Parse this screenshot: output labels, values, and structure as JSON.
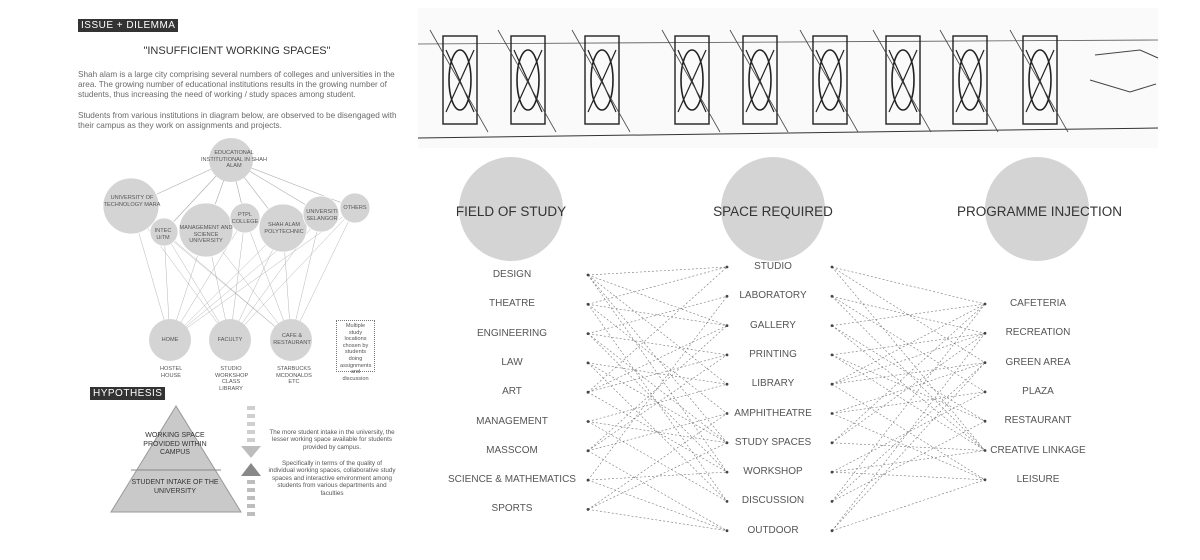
{
  "left": {
    "issue_tag": "ISSUE + DILEMMA",
    "quote": "\"INSUFFICIENT WORKING SPACES\"",
    "para1": "Shah alam is a large city comprising several numbers of colleges and universities in the area. The growing number of educational institutions results in the growing number of students, thus increasing the need of working / study spaces among student.",
    "para2": "Students from various institutions in diagram below, are observed to be disengaged with their campus as they work on assignments and projects.",
    "top_node": "EDUCATIONAL INSTITUTIONAL IN SHAH ALAM",
    "institutions": [
      "UNIVERSITY OF TECHNOLOGY MARA",
      "INTEC UiTM",
      "MANAGEMENT AND SCIENCE UNIVERSITY",
      "PTPL COLLEGE",
      "SHAH ALAM POLYTECHNIC",
      "UNIVERSITI SELANGOR",
      "OTHERS"
    ],
    "places": [
      "HOME",
      "FACULTY",
      "CAFE & RESTAURANT"
    ],
    "place_details": [
      "HOSTEL HOUSE",
      "STUDIO WORKSHOP CLASS LIBRARY",
      "STARBUCKS MCDONALDS ETC"
    ],
    "note": "Multiple study locations chosen by students doing assignments and discussion",
    "hypothesis_tag": "HYPOTHESIS",
    "pyramid_top": "WORKING SPACE PROVIDED WITHIN CAMPUS",
    "pyramid_bottom": "STUDENT INTAKE OF THE UNIVERSITY",
    "hyp_text1": "The more student intake in the university, the lesser working space available for students provided by campus.",
    "hyp_text2": "Specifically in terms of the quality of individual working spaces, collaborative study spaces and interactive environment among students from various departments and faculties"
  },
  "titles": [
    "FIELD OF STUDY",
    "SPACE REQUIRED",
    "PROGRAMME INJECTION"
  ],
  "fields": [
    "DESIGN",
    "THEATRE",
    "ENGINEERING",
    "LAW",
    "ART",
    "MANAGEMENT",
    "MASSCOM",
    "SCIENCE & MATHEMATICS",
    "SPORTS"
  ],
  "spaces": [
    "STUDIO",
    "LABORATORY",
    "GALLERY",
    "PRINTING",
    "LIBRARY",
    "AMPHITHEATRE",
    "STUDY SPACES",
    "WORKSHOP",
    "DISCUSSION",
    "OUTDOOR"
  ],
  "programmes": [
    "CAFETERIA",
    "RECREATION",
    "GREEN AREA",
    "PLAZA",
    "RESTAURANT",
    "CREATIVE LINKAGE",
    "LEISURE"
  ],
  "colors": {
    "circle": "#d4d4d4",
    "line": "#777777",
    "pyramid": "#c9c9c9",
    "tag_bg": "#333333"
  }
}
